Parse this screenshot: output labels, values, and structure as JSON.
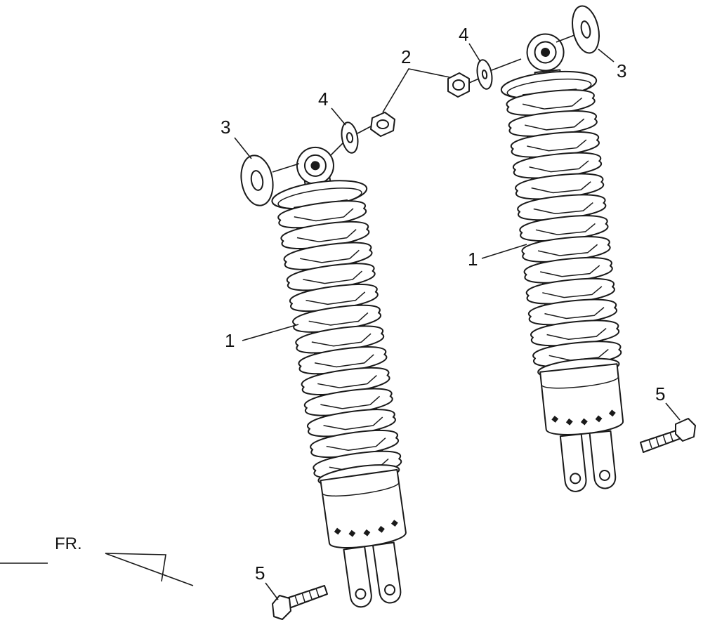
{
  "diagram": {
    "front_marker": "FR.",
    "callouts": {
      "shock_absorber": "1",
      "nut": "2",
      "washer_large": "3",
      "washer_small": "4",
      "bolt": "5"
    }
  }
}
